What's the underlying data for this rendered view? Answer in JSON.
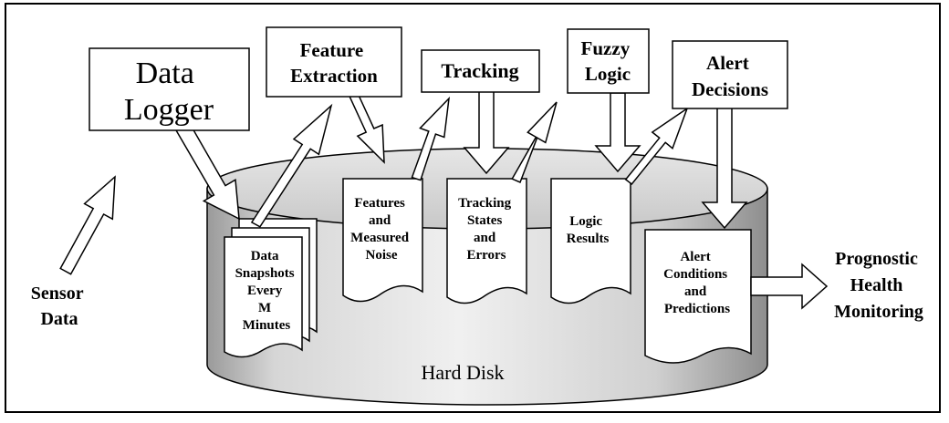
{
  "diagram": {
    "boxes": {
      "data_logger": [
        "Data",
        "Logger"
      ],
      "feature_extraction": [
        "Feature",
        "Extraction"
      ],
      "tracking": [
        "Tracking"
      ],
      "fuzzy_logic": [
        "Fuzzy",
        "Logic"
      ],
      "alert_decisions": [
        "Alert",
        "Decisions"
      ]
    },
    "documents": {
      "snapshots": [
        "Data",
        "Snapshots",
        "Every",
        "M",
        "Minutes"
      ],
      "features": [
        "Features",
        "and",
        "Measured",
        "Noise"
      ],
      "tracking_states": [
        "Tracking",
        "States",
        "and",
        "Errors"
      ],
      "logic_results": [
        "Logic",
        "Results"
      ],
      "alert_conditions": [
        "Alert",
        "Conditions",
        "and",
        "Predictions"
      ]
    },
    "sensor_data": [
      "Sensor",
      "Data"
    ],
    "output": [
      "Prognostic",
      "Health",
      "Monitoring"
    ],
    "disk_label": "Hard Disk"
  }
}
